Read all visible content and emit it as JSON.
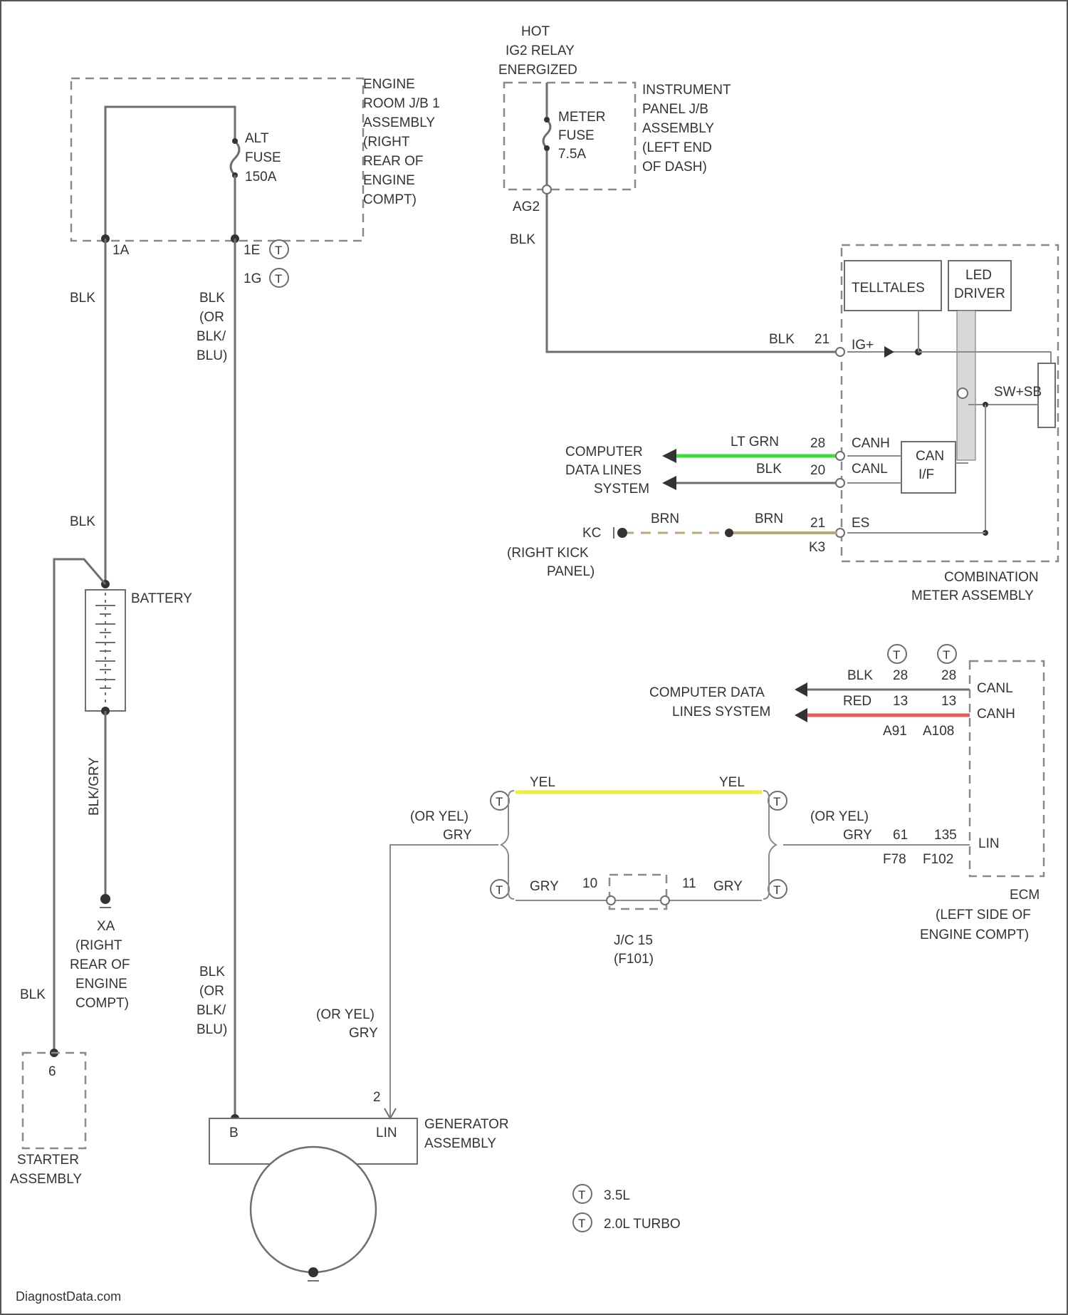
{
  "colors": {
    "wire": "#6e6e6e",
    "lt_grn": "#33e033",
    "red": "#e85a5a",
    "yel": "#f0ec3a",
    "brn": "#b8a878"
  },
  "relay": {
    "l1": "HOT",
    "l2": "IG2 RELAY",
    "l3": "ENERGIZED"
  },
  "engine_jb": {
    "l1": "ENGINE",
    "l2": "ROOM J/B 1",
    "l3": "ASSEMBLY",
    "l4": "(RIGHT",
    "l5": "REAR OF",
    "l6": "ENGINE",
    "l7": "COMPT)"
  },
  "alt_fuse": {
    "l1": "ALT",
    "l2": "FUSE",
    "l3": "150A"
  },
  "conn_1a": "1A",
  "conn_1e": "1E",
  "conn_1g": "1G",
  "panel_jb": {
    "l1": "INSTRUMENT",
    "l2": "PANEL J/B",
    "l3": "ASSEMBLY",
    "l4": "(LEFT END",
    "l5": "OF DASH)"
  },
  "meter_fuse": {
    "l1": "METER",
    "l2": "FUSE",
    "l3": "7.5A"
  },
  "conn_ag2": "AG2",
  "wires": {
    "blk": "BLK",
    "or": "(OR",
    "blk_c": "BLK/",
    "blu": "BLU)",
    "blk_grn": "BLK/GRY",
    "lt_grn": "LT GRN",
    "brn": "BRN",
    "red": "RED",
    "yel": "YEL",
    "or_yel": "(OR YEL)",
    "gry": "GRY"
  },
  "telltales": "TELLTALES",
  "led_driver": {
    "l1": "LED",
    "l2": "DRIVER"
  },
  "pin_ig": "IG+",
  "pin_21a": "21",
  "pin_28": "28",
  "pin_20": "20",
  "pin_21b": "21",
  "can_h": "CANH",
  "can_l": "CANL",
  "pin_es": "ES",
  "can_if": {
    "l1": "CAN",
    "l2": "I/F"
  },
  "sw_label": "SW+SB",
  "cdl1": {
    "l1": "COMPUTER",
    "l2": "DATA LINES",
    "l3": "SYSTEM"
  },
  "ground_kc": "KC",
  "kick": {
    "l1": "(RIGHT KICK",
    "l2": "PANEL)"
  },
  "conn_k3": "K3",
  "combo_meter": {
    "l1": "COMBINATION",
    "l2": "METER ASSEMBLY"
  },
  "battery": "BATTERY",
  "ground_xa": "XA",
  "xa_loc": {
    "l1": "(RIGHT",
    "l2": "REAR OF",
    "l3": "ENGINE",
    "l4": "COMPT)"
  },
  "ecm_pins": {
    "p28a": "28",
    "p28b": "28",
    "p13a": "13",
    "p13b": "13",
    "a91": "A91",
    "a108": "A108"
  },
  "cdl2": {
    "l1": "COMPUTER DATA",
    "l2": "LINES SYSTEM"
  },
  "ecm_lin": "LIN",
  "ecm_lin_pins": {
    "p61": "61",
    "p135": "135",
    "f78": "F78",
    "f102": "F102"
  },
  "ecm": {
    "l1": "ECM",
    "l2": "(LEFT SIDE OF",
    "l3": "ENGINE COMPT)"
  },
  "jc_pins": {
    "p10": "10",
    "p11": "11"
  },
  "jc": {
    "l1": "J/C 15",
    "l2": "(F101)"
  },
  "starter": {
    "pin": "6",
    "l1": "STARTER",
    "l2": "ASSEMBLY"
  },
  "generator": {
    "b": "B",
    "lin": "LIN",
    "pin2": "2",
    "l1": "GENERATOR",
    "l2": "ASSEMBLY"
  },
  "legend": {
    "c1": "3.5L",
    "c2": "2.0L TURBO"
  },
  "watermark": "DiagnostData.com"
}
